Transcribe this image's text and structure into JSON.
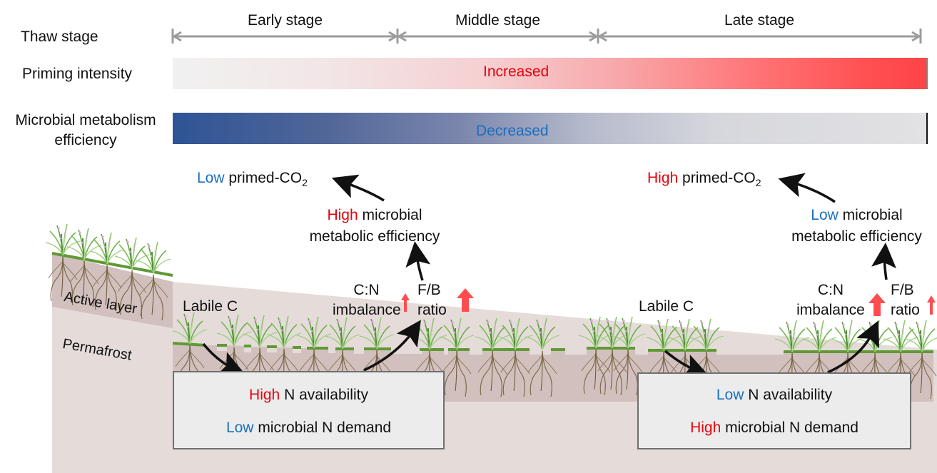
{
  "row_labels": {
    "thaw_stage": "Thaw stage",
    "priming_intensity": "Priming intensity",
    "efficiency_line1": "Microbial metabolism",
    "efficiency_line2": "efficiency"
  },
  "stages": [
    {
      "label": "Early stage"
    },
    {
      "label": "Middle stage"
    },
    {
      "label": "Late stage"
    }
  ],
  "priming_bar": {
    "label": "Increased",
    "trend": "increasing",
    "start_color": "#f1f1f1",
    "end_color": "#ff4346"
  },
  "efficiency_bar": {
    "label": "Decreased",
    "trend": "decreasing",
    "start_color": "#2e5496",
    "end_color": "#e2e2e4"
  },
  "colors": {
    "high": "#e8000b",
    "low": "#1a6fc0",
    "up_arrow": "#ff4d4f",
    "soil_active": "#d2c0be",
    "soil_permafrost": "#e5dcda",
    "grass_line": "#5f9a35"
  },
  "soil_labels": {
    "active_layer": "Active layer",
    "permafrost": "Permafrost"
  },
  "left_panel": {
    "co2": {
      "level": "Low",
      "text": "primed-CO",
      "sub": "2"
    },
    "efficiency": {
      "level": "High",
      "line1_rest": "microbial",
      "line2": "metabolic efficiency"
    },
    "labile_c": "Labile C",
    "cn": {
      "line1": "C:N",
      "line2": "imbalance",
      "arrow": "small"
    },
    "fb": {
      "line1": "F/B",
      "line2": "ratio",
      "arrow": "large"
    },
    "box": {
      "line1_level": "High",
      "line1_text": "N availability",
      "line2_level": "Low",
      "line2_text": "microbial N demand"
    }
  },
  "right_panel": {
    "co2": {
      "level": "High",
      "text": "primed-CO",
      "sub": "2"
    },
    "efficiency": {
      "level": "Low",
      "line1_rest": "microbial",
      "line2": "metabolic efficiency"
    },
    "labile_c": "Labile C",
    "cn": {
      "line1": "C:N",
      "line2": "imbalance",
      "arrow": "large"
    },
    "fb": {
      "line1": "F/B",
      "line2": "ratio",
      "arrow": "small"
    },
    "box": {
      "line1_level": "Low",
      "line1_text": "N availability",
      "line2_level": "High",
      "line2_text": "microbial N demand"
    }
  }
}
